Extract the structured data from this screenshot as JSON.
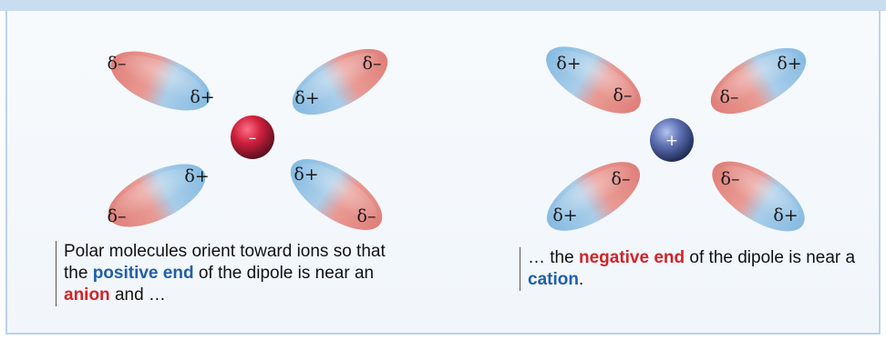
{
  "figure": {
    "anion_panel": {
      "ion_sign": "–",
      "molecules": [
        {
          "outer": "δ–",
          "inner": "δ+"
        },
        {
          "outer": "δ–",
          "inner": "δ+"
        },
        {
          "outer": "δ–",
          "inner": "δ+"
        },
        {
          "outer": "δ–",
          "inner": "δ+"
        }
      ],
      "caption": {
        "part1": "Polar molecules orient toward ions so that the ",
        "highlight1": "positive end",
        "part2": " of the dipole is near an ",
        "highlight2": "anion",
        "part3": " and …"
      }
    },
    "cation_panel": {
      "ion_sign": "+",
      "molecules": [
        {
          "outer": "δ+",
          "inner": "δ–"
        },
        {
          "outer": "δ+",
          "inner": "δ–"
        },
        {
          "outer": "δ+",
          "inner": "δ–"
        },
        {
          "outer": "δ+",
          "inner": "δ–"
        }
      ],
      "caption": {
        "part1": "… the ",
        "highlight1": "negative end",
        "part2": " of the dipole is near a ",
        "highlight2": "cation",
        "part3": "."
      }
    },
    "colors": {
      "positive_end": "#8fc1e6",
      "negative_end": "#e07f7a",
      "anion": "#d0203d",
      "cation": "#5f72b4",
      "highlight_blue": "#1f5fa8",
      "highlight_red": "#d22428"
    }
  }
}
